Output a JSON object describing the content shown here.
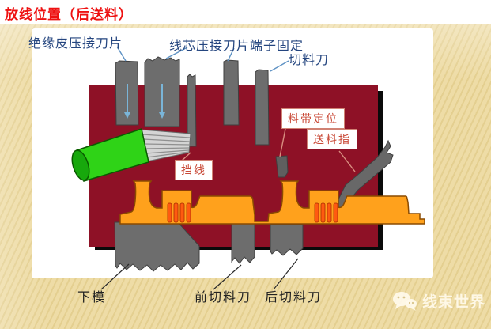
{
  "title": "放线位置（后送料）",
  "labels": {
    "insulation_crimp_blade": "绝缘皮压接刀片",
    "core_crimp_blade_terminal_fix": "线芯压接刀片端子固定",
    "cutting_blade": "切料刀",
    "wire_stop": "挡线",
    "strip_positioning": "料带定位",
    "feeding_finger": "送料指",
    "lower_die": "下模",
    "front_cutting_blade": "前切料刀",
    "rear_cutting_blade": "后切料刀"
  },
  "watermark": {
    "text": "线束世界"
  },
  "colors": {
    "title_red": "#ee1111",
    "slide_background_beige": "#e8d498",
    "panel_white": "#ffffff",
    "press_block_maroon": "#8e1126",
    "tool_gray": "#6d6d6d",
    "terminal_strip_orange": "#ffa11c",
    "crimp_prong_orange_red": "#ff5a10",
    "wire_green": "#2fd317",
    "wire_core_silver": "#d4d4d4",
    "blue_label_text": "#24457f",
    "red_label_text": "#c94a38",
    "leader_blue": "#5e92c4",
    "leader_pink": "#d98e80"
  }
}
